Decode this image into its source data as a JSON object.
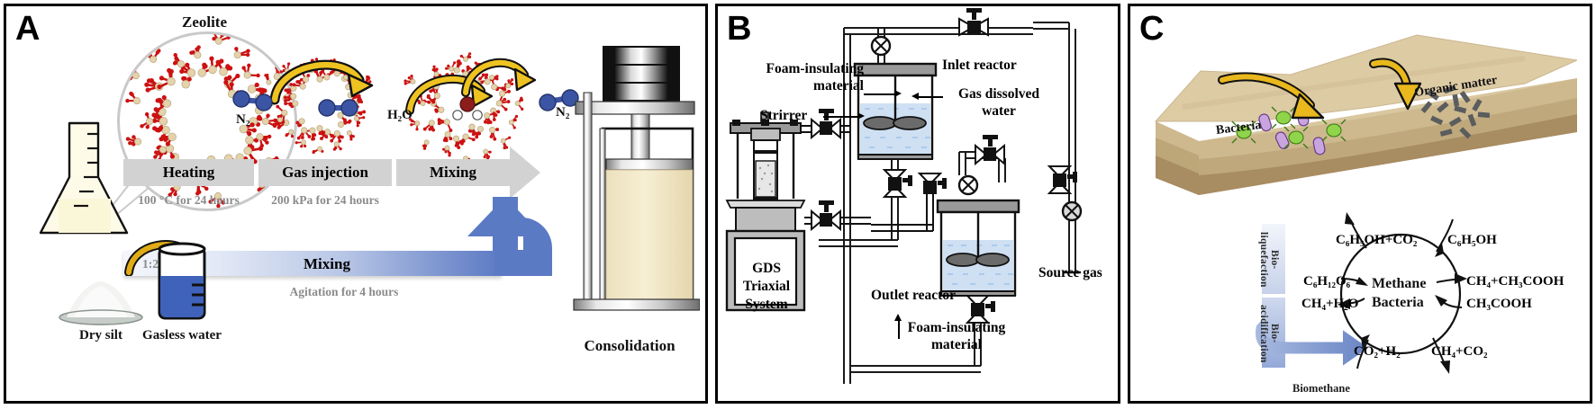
{
  "figure": {
    "panels": [
      {
        "id": "A",
        "letter": "A"
      },
      {
        "id": "B",
        "letter": "B"
      },
      {
        "id": "C",
        "letter": "C"
      }
    ]
  },
  "panelA": {
    "letter": "A",
    "zeolite_label": "Zeolite",
    "gas_label_n2": "N₂",
    "gas_label_h2o": "H₂O",
    "steps": [
      {
        "title": "Heating",
        "sub": "100 °C for 24 hours"
      },
      {
        "title": "Gas injection",
        "sub": "200 kPa for 24 hours"
      },
      {
        "title": "Mixing",
        "sub": ""
      }
    ],
    "mixing_band": {
      "title": "Mixing",
      "sub": "Agitation for 4 hours"
    },
    "ratio_label": "1:2 LL",
    "dry_silt_label": "Dry silt",
    "gasless_water_label": "Gasless water",
    "consolidation_label": "Consolidation"
  },
  "panelB": {
    "letter": "B",
    "annotations": {
      "foam_top": "Foam-insulating\nmaterial",
      "foam_top_line1": "Foam-insulating",
      "foam_top_line2": "material",
      "stirrer": "Strirrer",
      "inlet_reactor": "Inlet reactor",
      "gas_dissolved_water_line1": "Gas dissolved",
      "gas_dissolved_water_line2": "water",
      "source_gas": "Source gas",
      "outlet_reactor": "Outlet reactor",
      "foam_bottom_line1": "Foam-insulating",
      "foam_bottom_line2": "material"
    },
    "gds": {
      "line1": "GDS",
      "line2": "Triaxial",
      "line3": "System"
    }
  },
  "panelC": {
    "letter": "C",
    "soil_labels": {
      "bacteria": "Bacteria",
      "organic_matter": "Organic matter"
    },
    "process_labels": {
      "bio_liquefaction": "Bio-liquefaction",
      "bio_acidification": "Bio-acidification",
      "biomethane": "Biomethane"
    },
    "cycle_center_line1": "Methane",
    "cycle_center_line2": "Bacteria",
    "equations": {
      "top_left_out": "C₆H₅OH+CO₂",
      "top_right_in": "C₆H₅OH",
      "left_in": "C₆H₁₂O₆",
      "left_out": "CH₄+H₂O",
      "right_out": "CH₄+CH₃COOH",
      "right_in": "CH₃COOH",
      "bottom_left_in": "CO₂+H₂",
      "bottom_right_out": "CH₄+CO₂"
    }
  },
  "colors": {
    "gray_step": "#d2d2d2",
    "blue_ribbon": "#5b7ac4",
    "yellow_arrow": "#eec321",
    "zeolite_oxygen": "#cc1111",
    "zeolite_silicon": "#e3d2ab",
    "nitrogen_blue": "#3b55a4",
    "water_blue": "#cfe0f3",
    "soil_top": "#ddcba4",
    "soil_mid": "#c4ab7d",
    "soil_bottom": "#a88c62"
  }
}
